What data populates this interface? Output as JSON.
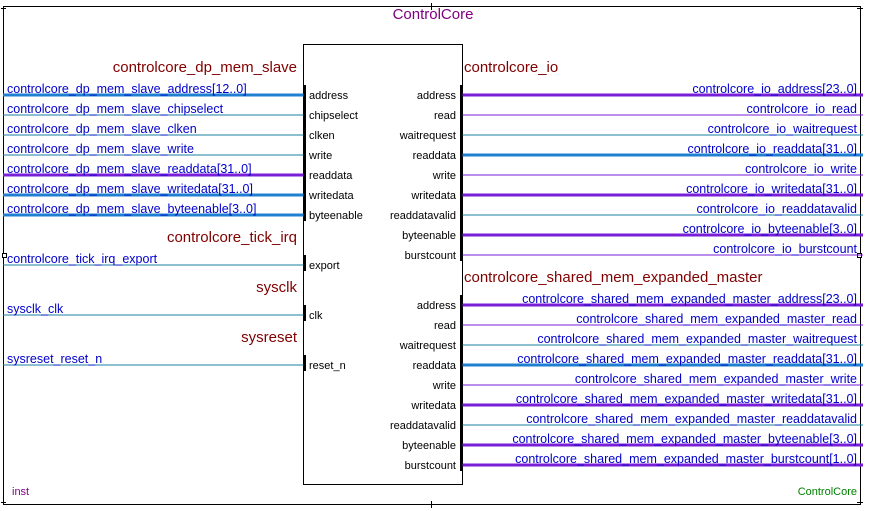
{
  "title": "ControlCore",
  "instance_label": "inst",
  "component_label": "ControlCore",
  "colors": {
    "title": "#800080",
    "interface": "#800000",
    "signal_text": "#0000cc",
    "wire_thin": "#1a7fa0",
    "wire_bus_blue": "#1f7fd0",
    "wire_bus_purple": "#7a1fd8",
    "inst_label": "#800080",
    "component_label": "#008000"
  },
  "left_groups": [
    {
      "name": "controlcore_dp_mem_slave",
      "signals": [
        {
          "label": "controlcore_dp_mem_slave_address[12..0]",
          "port": "address",
          "kind": "bus_blue"
        },
        {
          "label": "controlcore_dp_mem_slave_chipselect",
          "port": "chipselect",
          "kind": "thin"
        },
        {
          "label": "controlcore_dp_mem_slave_clken",
          "port": "clken",
          "kind": "thin"
        },
        {
          "label": "controlcore_dp_mem_slave_write",
          "port": "write",
          "kind": "thin"
        },
        {
          "label": "controlcore_dp_mem_slave_readdata[31..0]",
          "port": "readdata",
          "kind": "bus_purple"
        },
        {
          "label": "controlcore_dp_mem_slave_writedata[31..0]",
          "port": "writedata",
          "kind": "bus_blue"
        },
        {
          "label": "controlcore_dp_mem_slave_byteenable[3..0]",
          "port": "byteenable",
          "kind": "bus_blue"
        }
      ]
    },
    {
      "name": "controlcore_tick_irq",
      "signals": [
        {
          "label": "controlcore_tick_irq_export",
          "port": "export",
          "kind": "thin"
        }
      ]
    },
    {
      "name": "sysclk",
      "signals": [
        {
          "label": "sysclk_clk",
          "port": "clk",
          "kind": "thin"
        }
      ]
    },
    {
      "name": "sysreset",
      "signals": [
        {
          "label": "sysreset_reset_n",
          "port": "reset_n",
          "kind": "thin"
        }
      ]
    }
  ],
  "right_groups": [
    {
      "name": "controlcore_io",
      "signals": [
        {
          "label": "controlcore_io_address[23..0]",
          "port": "address",
          "kind": "bus_purple"
        },
        {
          "label": "controlcore_io_read",
          "port": "read",
          "kind": "thin_purple"
        },
        {
          "label": "controlcore_io_waitrequest",
          "port": "waitrequest",
          "kind": "thin"
        },
        {
          "label": "controlcore_io_readdata[31..0]",
          "port": "readdata",
          "kind": "bus_blue"
        },
        {
          "label": "controlcore_io_write",
          "port": "write",
          "kind": "thin_purple"
        },
        {
          "label": "controlcore_io_writedata[31..0]",
          "port": "writedata",
          "kind": "bus_purple"
        },
        {
          "label": "controlcore_io_readdatavalid",
          "port": "readdatavalid",
          "kind": "thin"
        },
        {
          "label": "controlcore_io_byteenable[3..0]",
          "port": "byteenable",
          "kind": "bus_purple"
        },
        {
          "label": "controlcore_io_burstcount",
          "port": "burstcount",
          "kind": "thin_purple"
        }
      ]
    },
    {
      "name": "controlcore_shared_mem_expanded_master",
      "signals": [
        {
          "label": "controlcore_shared_mem_expanded_master_address[23..0]",
          "port": "address",
          "kind": "bus_purple"
        },
        {
          "label": "controlcore_shared_mem_expanded_master_read",
          "port": "read",
          "kind": "thin_purple"
        },
        {
          "label": "controlcore_shared_mem_expanded_master_waitrequest",
          "port": "waitrequest",
          "kind": "thin"
        },
        {
          "label": "controlcore_shared_mem_expanded_master_readdata[31..0]",
          "port": "readdata",
          "kind": "bus_blue"
        },
        {
          "label": "controlcore_shared_mem_expanded_master_write",
          "port": "write",
          "kind": "thin_purple"
        },
        {
          "label": "controlcore_shared_mem_expanded_master_writedata[31..0]",
          "port": "writedata",
          "kind": "bus_purple"
        },
        {
          "label": "controlcore_shared_mem_expanded_master_readdatavalid",
          "port": "readdatavalid",
          "kind": "thin"
        },
        {
          "label": "controlcore_shared_mem_expanded_master_byteenable[3..0]",
          "port": "byteenable",
          "kind": "bus_purple"
        },
        {
          "label": "controlcore_shared_mem_expanded_master_burstcount[1..0]",
          "port": "burstcount",
          "kind": "bus_purple"
        }
      ]
    }
  ]
}
